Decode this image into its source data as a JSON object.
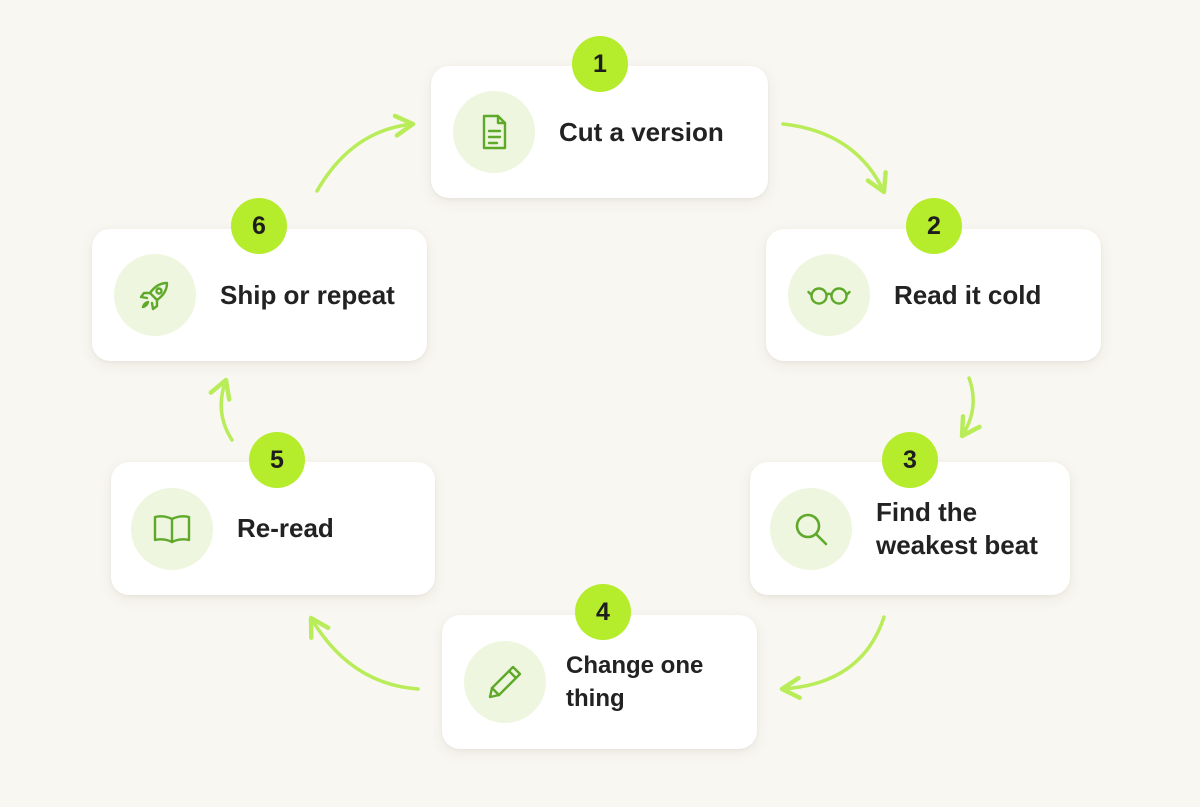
{
  "colors": {
    "background": "#f9f7f1",
    "accent": "#b5ec2b",
    "arrow": "#b8ec58",
    "icon": "#5fa92a",
    "icon_bg": "#eef6df",
    "card": "#ffffff",
    "text": "#222222"
  },
  "steps": [
    {
      "number": "1",
      "label": "Cut a version",
      "icon": "document-icon"
    },
    {
      "number": "2",
      "label": "Read it cold",
      "icon": "glasses-icon"
    },
    {
      "number": "3",
      "label": "Find the\nweakest beat",
      "icon": "magnifier-icon"
    },
    {
      "number": "4",
      "label": "Change one thing",
      "icon": "pencil-icon"
    },
    {
      "number": "5",
      "label": "Re-read",
      "icon": "open-book-icon"
    },
    {
      "number": "6",
      "label": "Ship or repeat",
      "icon": "rocket-icon"
    }
  ]
}
